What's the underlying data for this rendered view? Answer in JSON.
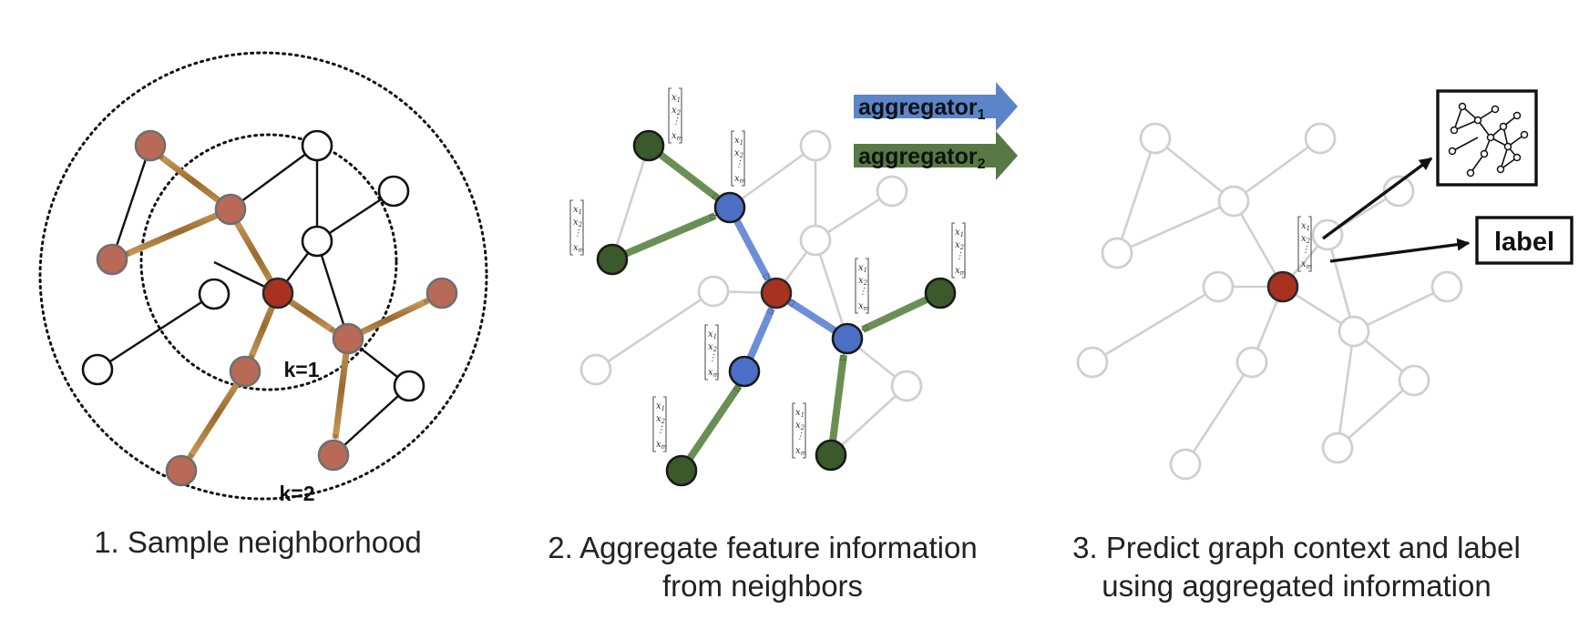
{
  "panels": [
    {
      "caption_lines": [
        "1. Sample neighborhood"
      ]
    },
    {
      "caption_lines": [
        "2. Aggregate feature information",
        "from neighbors"
      ]
    },
    {
      "caption_lines": [
        "3. Predict graph context and label",
        "using aggregated information"
      ]
    }
  ],
  "hop_labels": {
    "inner": "k=1",
    "outer": "k=2"
  },
  "aggregators": [
    {
      "text": "aggregator",
      "subscript": "1",
      "color": "#5b84c9"
    },
    {
      "text": "aggregator",
      "subscript": "2",
      "color": "#577a45"
    }
  ],
  "feature_vector": {
    "entries": [
      "x",
      "x",
      "⋮",
      "x"
    ],
    "subscripts": [
      "1",
      "2",
      "",
      "m"
    ]
  },
  "output_label": "label",
  "colors": {
    "sampled_node": "#b86a57",
    "target_node": "#a8321f",
    "sampled_edge": "#a07a40",
    "layer1_node": "#4a6fc4",
    "layer1_edge": "#6d8fd6",
    "layer2_node": "#3b5a2c",
    "layer2_edge": "#6a8f55",
    "faded": "#cfcfcf"
  }
}
